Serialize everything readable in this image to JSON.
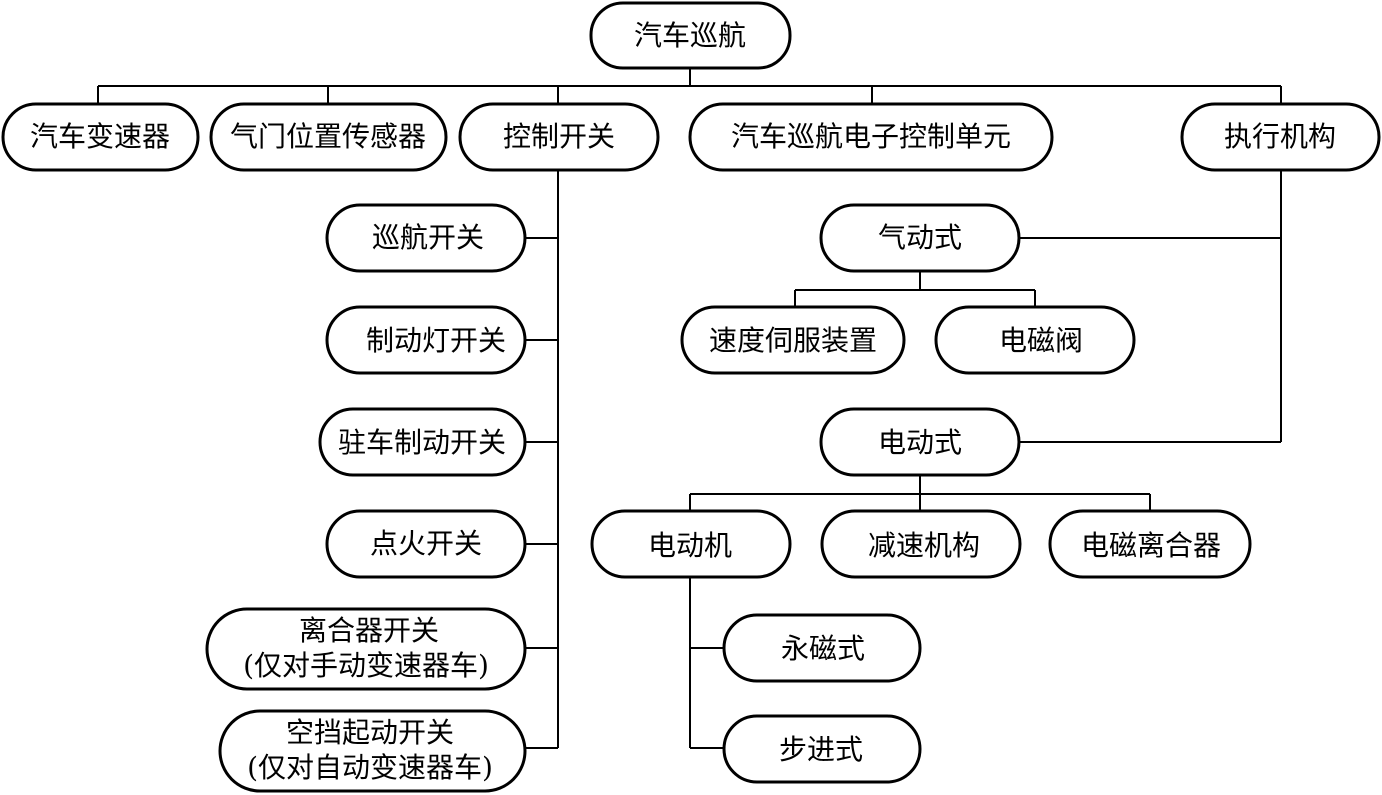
{
  "nodes": {
    "root": "汽车巡航",
    "transmission": "汽车变速器",
    "throttle_sensor": "气门位置传感器",
    "control_switch": "控制开关",
    "ecu": "汽车巡航电子控制单元",
    "actuator": "执行机构",
    "cruise_switch": "巡航开关",
    "brake_light_switch": "制动灯开关",
    "parking_brake_switch": "驻车制动开关",
    "ignition_switch": "点火开关",
    "clutch_switch_1": "离合器开关",
    "clutch_switch_2": "(仅对手动变速器车)",
    "neutral_start_switch_1": "空挡起动开关",
    "neutral_start_switch_2": "(仅对自动变速器车)",
    "pneumatic": "气动式",
    "speed_servo": "速度伺服装置",
    "solenoid_valve": "电磁阀",
    "electric": "电动式",
    "motor": "电动机",
    "reducer": "减速机构",
    "em_clutch": "电磁离合器",
    "permanent_magnet": "永磁式",
    "stepper": "步进式"
  }
}
